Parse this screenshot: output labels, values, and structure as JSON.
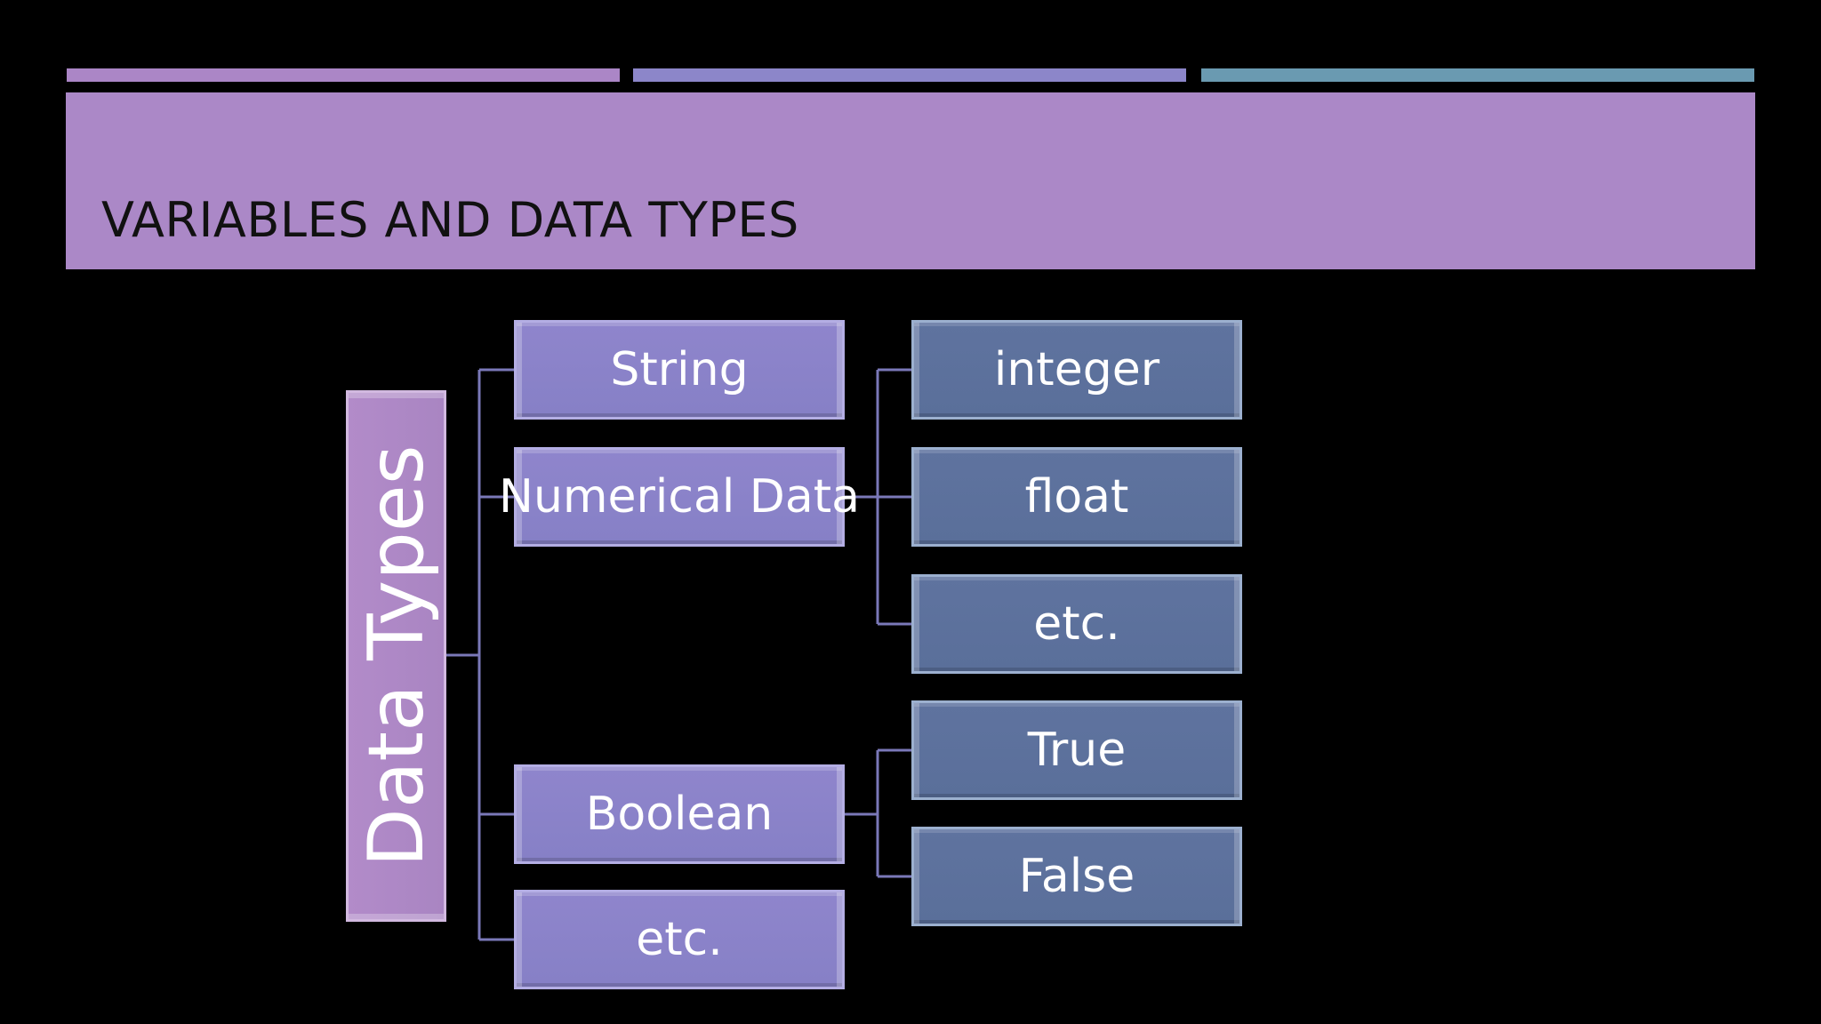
{
  "slide": {
    "title": "VARIABLES AND DATA TYPES"
  },
  "diagram": {
    "root": {
      "label": "Data Types"
    },
    "level2": [
      {
        "label": "String"
      },
      {
        "label": "Numerical Data"
      },
      {
        "label": "Boolean"
      },
      {
        "label": "etc."
      }
    ],
    "numerical_children": [
      {
        "label": "integer"
      },
      {
        "label": "float"
      },
      {
        "label": "etc."
      }
    ],
    "boolean_children": [
      {
        "label": "True"
      },
      {
        "label": "False"
      }
    ]
  },
  "colors": {
    "accent_bar_1": "#ab86c6",
    "accent_bar_2": "#8c86c9",
    "accent_bar_3": "#6a9ab1",
    "title_band": "#ab88c7",
    "root_box": "#ad87c5",
    "level2_box": "#8a83c9",
    "level3_box": "#5c719c",
    "connector": "#7a78b8"
  }
}
